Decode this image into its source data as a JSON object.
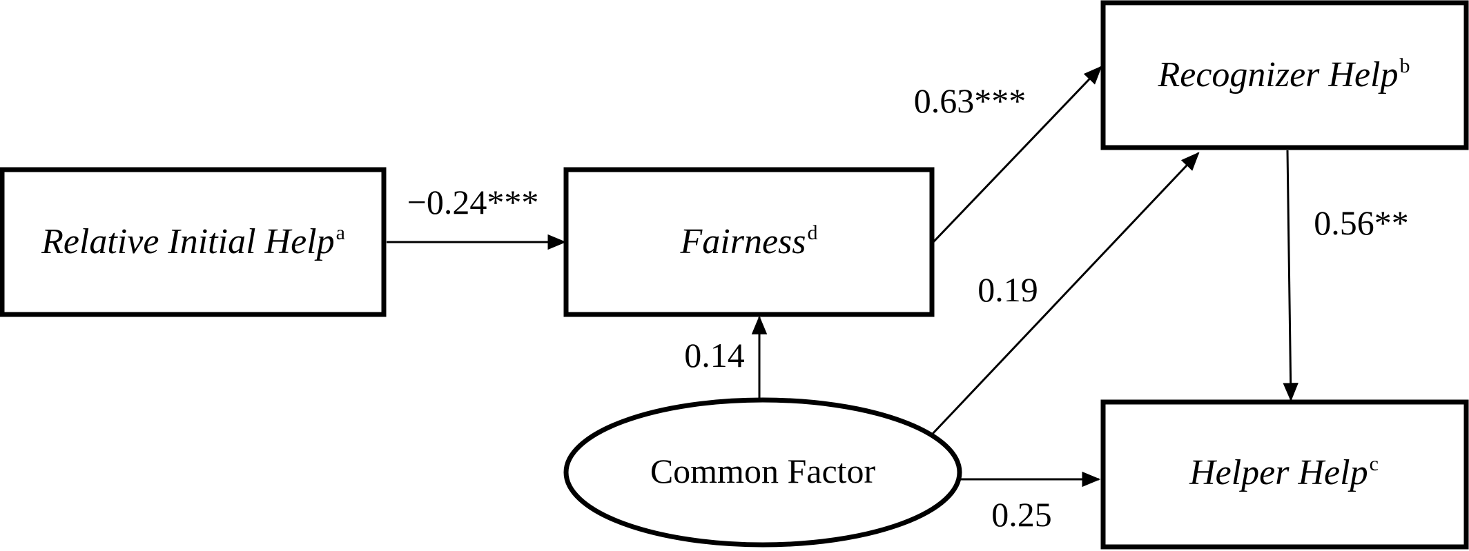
{
  "nodes": {
    "relative_initial_help": {
      "label": "Relative Initial Help",
      "sup": "a"
    },
    "fairness": {
      "label": "Fairness",
      "sup": "d"
    },
    "recognizer_help": {
      "label": "Recognizer Help",
      "sup": "b"
    },
    "helper_help": {
      "label": "Helper Help",
      "sup": "c"
    },
    "common_factor": {
      "label": "Common Factor"
    }
  },
  "edges": {
    "initial_to_fairness": {
      "coefficient": "−0.24***"
    },
    "fairness_to_recognizer": {
      "coefficient": "0.63***"
    },
    "recognizer_to_helper": {
      "coefficient": "0.56**"
    },
    "common_to_fairness": {
      "coefficient": "0.14"
    },
    "common_to_recognizer": {
      "coefficient": "0.19"
    },
    "common_to_helper": {
      "coefficient": "0.25"
    }
  },
  "colors": {
    "stroke": "#000000",
    "background": "#ffffff"
  }
}
